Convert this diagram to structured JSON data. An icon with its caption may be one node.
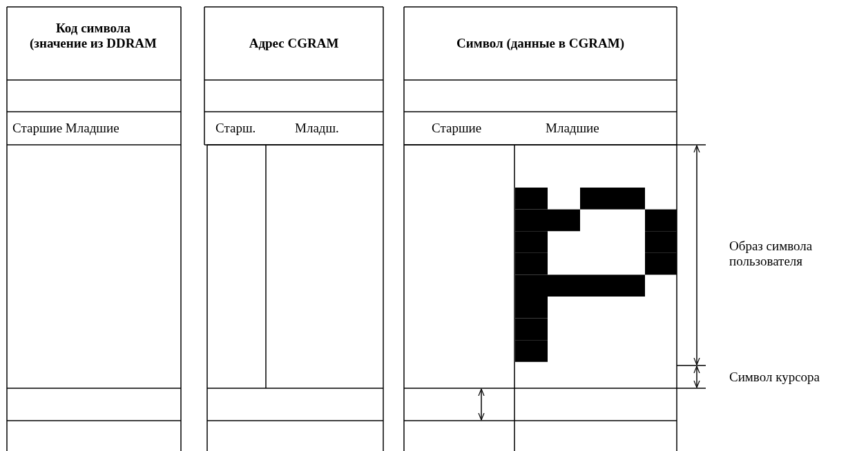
{
  "diagram": {
    "labels": [
      "Код символа (значение из DDRAM",
      "Адрес CGRAM",
      "Символ (данные в CGRAM)",
      "Старшие Младшие",
      "Старш.",
      "Младш.",
      "Старшие",
      "Младшие",
      "Образ символа пользователя",
      "Символ курсора"
    ]
  }
}
